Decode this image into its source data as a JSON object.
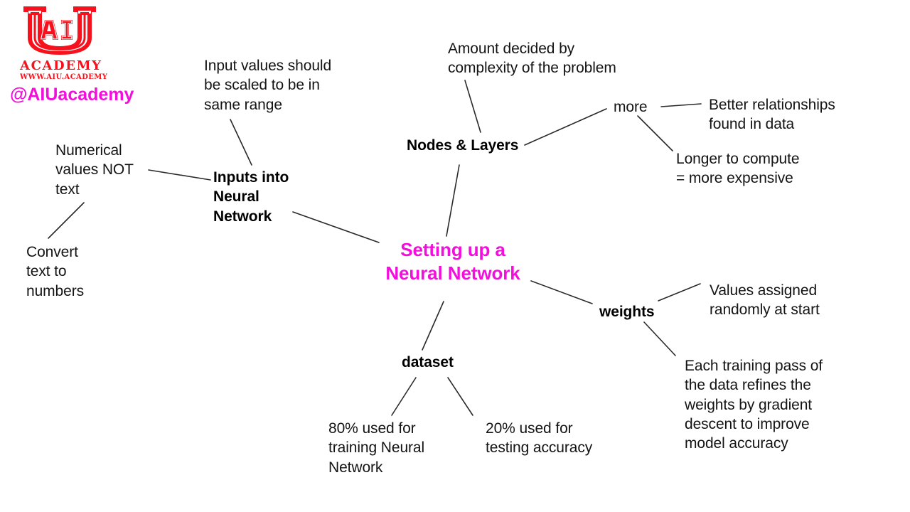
{
  "branding": {
    "logo_mark_letters": "AI",
    "logo_mark_shape": "u-shield-icon",
    "academy_text": "ACADEMY",
    "url_text": "WWW.AIU.ACADEMY",
    "handle_text": "@AIUacademy",
    "logo_color": "#F5121C",
    "handle_color": "#F20FDB"
  },
  "diagram": {
    "type": "mind-map",
    "center": {
      "label": "Setting up a\nNeural Network",
      "color": "#F20FDB"
    },
    "nodes": [
      {
        "id": "inputs",
        "label": "Inputs into\nNeural\nNetwork",
        "style": "strong"
      },
      {
        "id": "scaled",
        "label": "Input values should\nbe scaled to be in\nsame range",
        "style": "plain"
      },
      {
        "id": "numerical",
        "label": "Numerical\nvalues NOT\ntext",
        "style": "plain"
      },
      {
        "id": "convert",
        "label": "Convert\ntext to\nnumbers",
        "style": "plain"
      },
      {
        "id": "nodes_layers",
        "label": "Nodes & Layers",
        "style": "strong"
      },
      {
        "id": "amount",
        "label": "Amount decided by\ncomplexity of the problem",
        "style": "plain"
      },
      {
        "id": "more",
        "label": "more",
        "style": "plain"
      },
      {
        "id": "better",
        "label": "Better relationships\nfound in data",
        "style": "plain"
      },
      {
        "id": "longer",
        "label": "Longer to compute\n= more expensive",
        "style": "plain"
      },
      {
        "id": "weights",
        "label": "weights",
        "style": "strong"
      },
      {
        "id": "random",
        "label": "Values assigned\nrandomly at start",
        "style": "plain"
      },
      {
        "id": "gradient",
        "label": "Each training pass of\nthe data refines the\nweights by gradient\ndescent to improve\nmodel accuracy",
        "style": "plain"
      },
      {
        "id": "dataset",
        "label": "dataset",
        "style": "strong"
      },
      {
        "id": "train80",
        "label": "80% used for\ntraining Neural\nNetwork",
        "style": "plain"
      },
      {
        "id": "test20",
        "label": "20% used for\ntesting accuracy",
        "style": "plain"
      }
    ],
    "edges": [
      {
        "from": "center",
        "to": "inputs"
      },
      {
        "from": "center",
        "to": "nodes_layers"
      },
      {
        "from": "center",
        "to": "weights"
      },
      {
        "from": "center",
        "to": "dataset"
      },
      {
        "from": "inputs",
        "to": "scaled"
      },
      {
        "from": "inputs",
        "to": "numerical"
      },
      {
        "from": "numerical",
        "to": "convert"
      },
      {
        "from": "nodes_layers",
        "to": "amount"
      },
      {
        "from": "nodes_layers",
        "to": "more"
      },
      {
        "from": "more",
        "to": "better"
      },
      {
        "from": "more",
        "to": "longer"
      },
      {
        "from": "weights",
        "to": "random"
      },
      {
        "from": "weights",
        "to": "gradient"
      },
      {
        "from": "dataset",
        "to": "train80"
      },
      {
        "from": "dataset",
        "to": "test20"
      }
    ],
    "edge_color": "#2A2A2A"
  }
}
